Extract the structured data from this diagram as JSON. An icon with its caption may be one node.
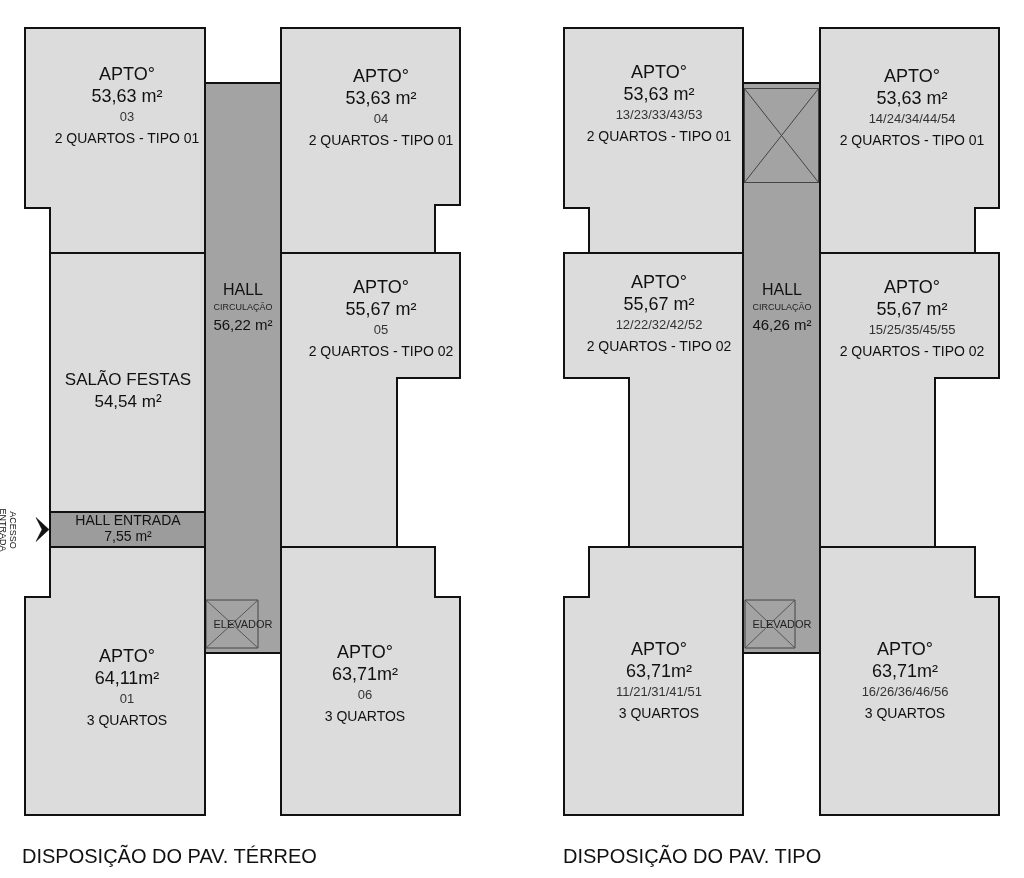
{
  "diagram": {
    "nodes": [
      {
        "text": [
          "APTO°",
          "53,63 m²",
          "03",
          "2 QUARTOS - TIPO 01"
        ]
      },
      {
        "text": [
          "APTO°",
          "53,63 m²",
          "04",
          "2 QUARTOS - TIPO 01"
        ]
      },
      {
        "text": [
          "HALL",
          "CIRCULAÇÃO",
          "56,22 m²"
        ]
      },
      {
        "text": [
          "SALÃO FESTAS",
          "54,54 m²"
        ]
      },
      {
        "text": [
          "APTO°",
          "55,67 m²",
          "05",
          "2 QUARTOS - TIPO 02"
        ]
      },
      {
        "text": [
          "HALL ENTRADA",
          "7,55 m²"
        ]
      },
      {
        "text": [
          "ELEVADOR"
        ],
        "in": 2
      },
      {
        "text": [
          "APTO°",
          "64,11m²",
          "01",
          "3 QUARTOS"
        ]
      },
      {
        "text": [
          "APTO°",
          "63,71m²",
          "06",
          "3 QUARTOS"
        ]
      },
      {
        "text": [
          "APTO°",
          "53,63 m²",
          "13/23/33/43/53",
          "2 QUARTOS - TIPO 01"
        ]
      },
      {
        "text": [
          "APTO°",
          "53,63 m²",
          "14/24/34/44/54",
          "2 QUARTOS - TIPO 01"
        ]
      },
      {
        "text": [
          "HALL",
          "CIRCULAÇÃO",
          "46,26 m²"
        ]
      },
      {
        "text": [],
        "shape": "box",
        "in": 11
      },
      {
        "text": [
          "APTO°",
          "55,67 m²",
          "12/22/32/42/52",
          "2 QUARTOS - TIPO 02"
        ]
      },
      {
        "text": [
          "APTO°",
          "55,67 m²",
          "15/25/35/45/55",
          "2 QUARTOS - TIPO 02"
        ]
      },
      {
        "text": [
          "ELEVADOR"
        ],
        "in": 11
      },
      {
        "text": [
          "APTO°",
          "63,71m²",
          "11/21/31/41/51",
          "3 QUARTOS"
        ]
      },
      {
        "text": [
          "APTO°",
          "63,71m²",
          "16/26/36/46/56",
          "3 QUARTOS"
        ]
      }
    ],
    "edges": [
      {
        "from": null,
        "to": 5,
        "arrow": "to"
      }
    ],
    "labels": [
      "ACESSO ENTRADA",
      "DISPOSIÇÃO DO PAV. TÉRREO",
      "DISPOSIÇÃO DO PAV. TIPO"
    ]
  }
}
